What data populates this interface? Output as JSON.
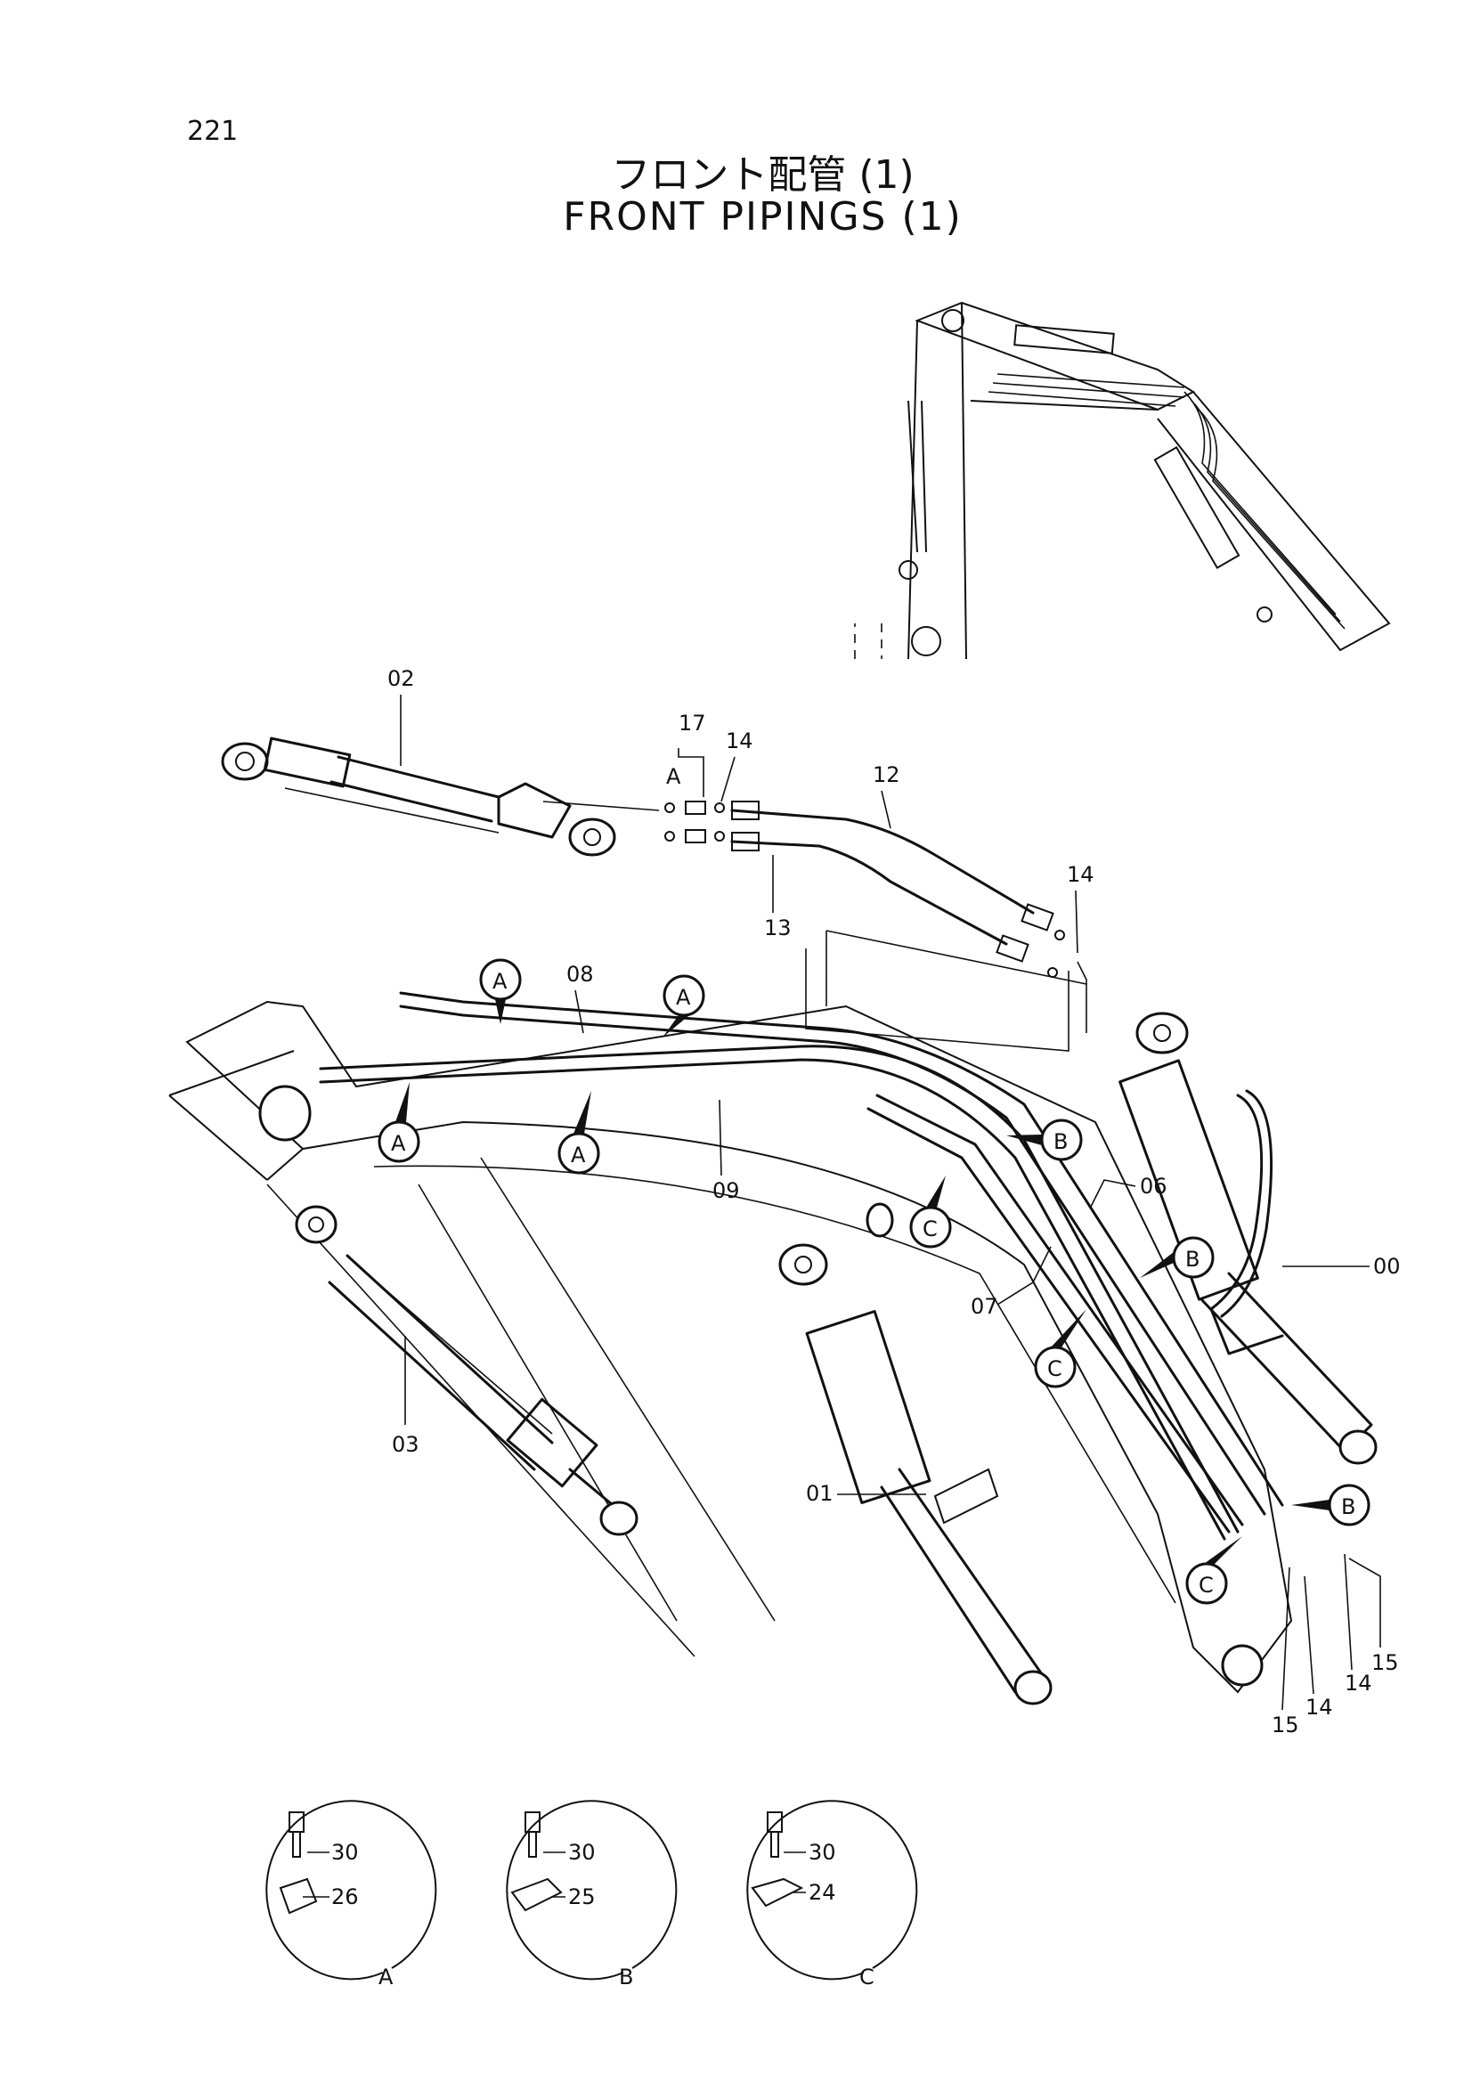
{
  "page_number": "221",
  "title_jp": "フロント配管 (1)",
  "title_en": "FRONT PIPINGS (1)",
  "callouts": {
    "c00": "00",
    "c01": "01",
    "c02": "02",
    "c03": "03",
    "c06": "06",
    "c07": "07",
    "c08": "08",
    "c09": "09",
    "c12": "12",
    "c13": "13",
    "c17": "17",
    "c14a": "14",
    "c14b": "14",
    "c14c": "14",
    "c14d": "14",
    "c15a": "15",
    "c15b": "15"
  },
  "clamp_refs": {
    "a1": "A",
    "a2": "A",
    "a3": "A",
    "a4": "A",
    "b1": "B",
    "b2": "B",
    "b3": "B",
    "c1": "C",
    "c2": "C",
    "c3": "C",
    "a17": "A"
  },
  "details": [
    {
      "label": "A",
      "bolt": "30",
      "clamp": "26"
    },
    {
      "label": "B",
      "bolt": "30",
      "clamp": "25"
    },
    {
      "label": "C",
      "bolt": "30",
      "clamp": "24"
    }
  ]
}
